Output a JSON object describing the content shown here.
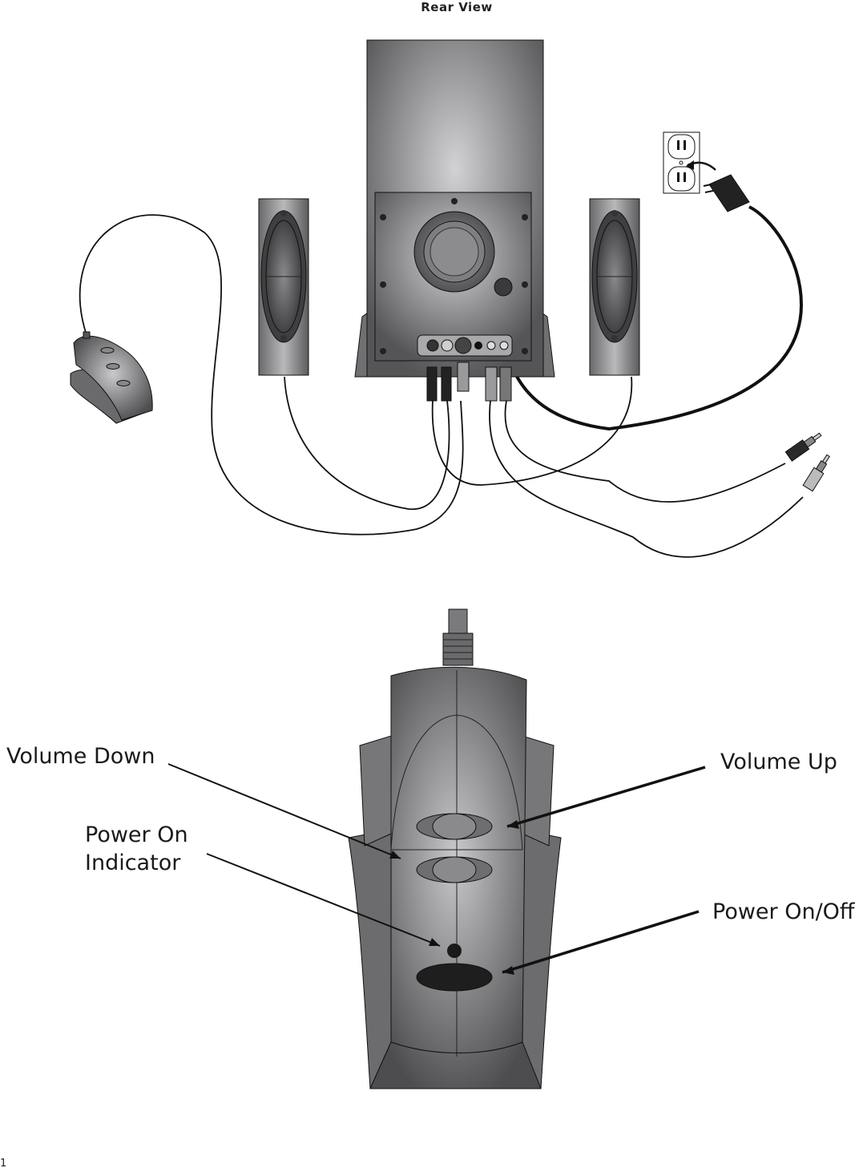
{
  "page": {
    "title": "Rear View",
    "page_number": "1"
  },
  "callouts": {
    "volume_down": "Volume Down",
    "volume_up": "Volume Up",
    "power_on_indicator": [
      "Power On",
      "Indicator"
    ],
    "power_on_off": "Power On/Off"
  },
  "colors": {
    "body_dark": "#5a5a5c",
    "body_light": "#c8c8ca",
    "button_fill": "#7b7b7d",
    "power_button": "#1e1e1e",
    "outline": "#1a1a1a"
  },
  "icons": [
    "subwoofer",
    "satellite-speaker-left",
    "satellite-speaker-right",
    "wired-remote-control",
    "wall-outlet",
    "power-plug",
    "stereo-mini-plug"
  ]
}
